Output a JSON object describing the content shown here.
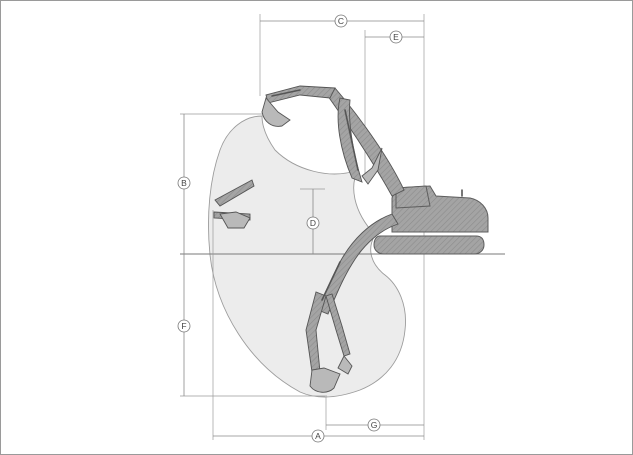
{
  "labels": {
    "A": "A",
    "B": "B",
    "C": "C",
    "D": "D",
    "E": "E",
    "F": "F",
    "G": "G"
  },
  "colors": {
    "envelope": "#ececec",
    "machine": "#9b9b9b",
    "line": "#8a8a8a"
  }
}
